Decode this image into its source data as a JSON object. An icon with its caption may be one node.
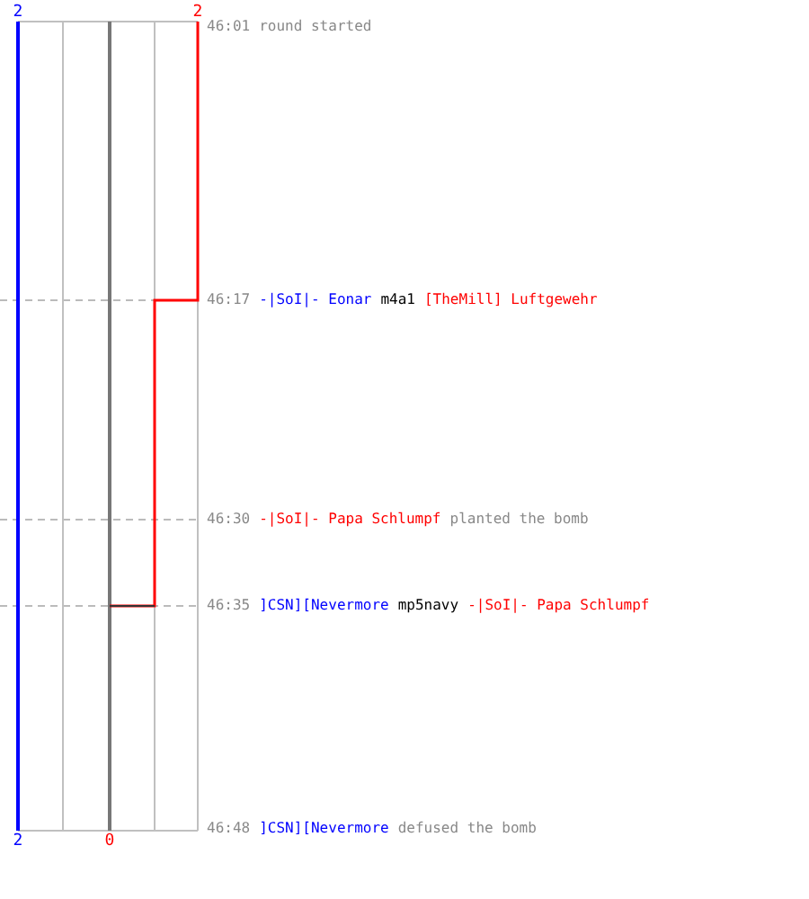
{
  "diagram": {
    "labels": [
      "2",
      "2",
      "46:01",
      "round started",
      "46:17",
      "-|SoI|- Eonar",
      "m4a1",
      "[TheMill] Luftgewehr",
      "46:30",
      "-|SoI|- Papa Schlumpf",
      "planted the bomb",
      "46:35",
      "]CSN][Nevermore",
      "mp5navy",
      "-|SoI|- Papa Schlumpf",
      "46:48",
      "]CSN][Nevermore",
      "defused the bomb",
      "2",
      "0"
    ]
  }
}
